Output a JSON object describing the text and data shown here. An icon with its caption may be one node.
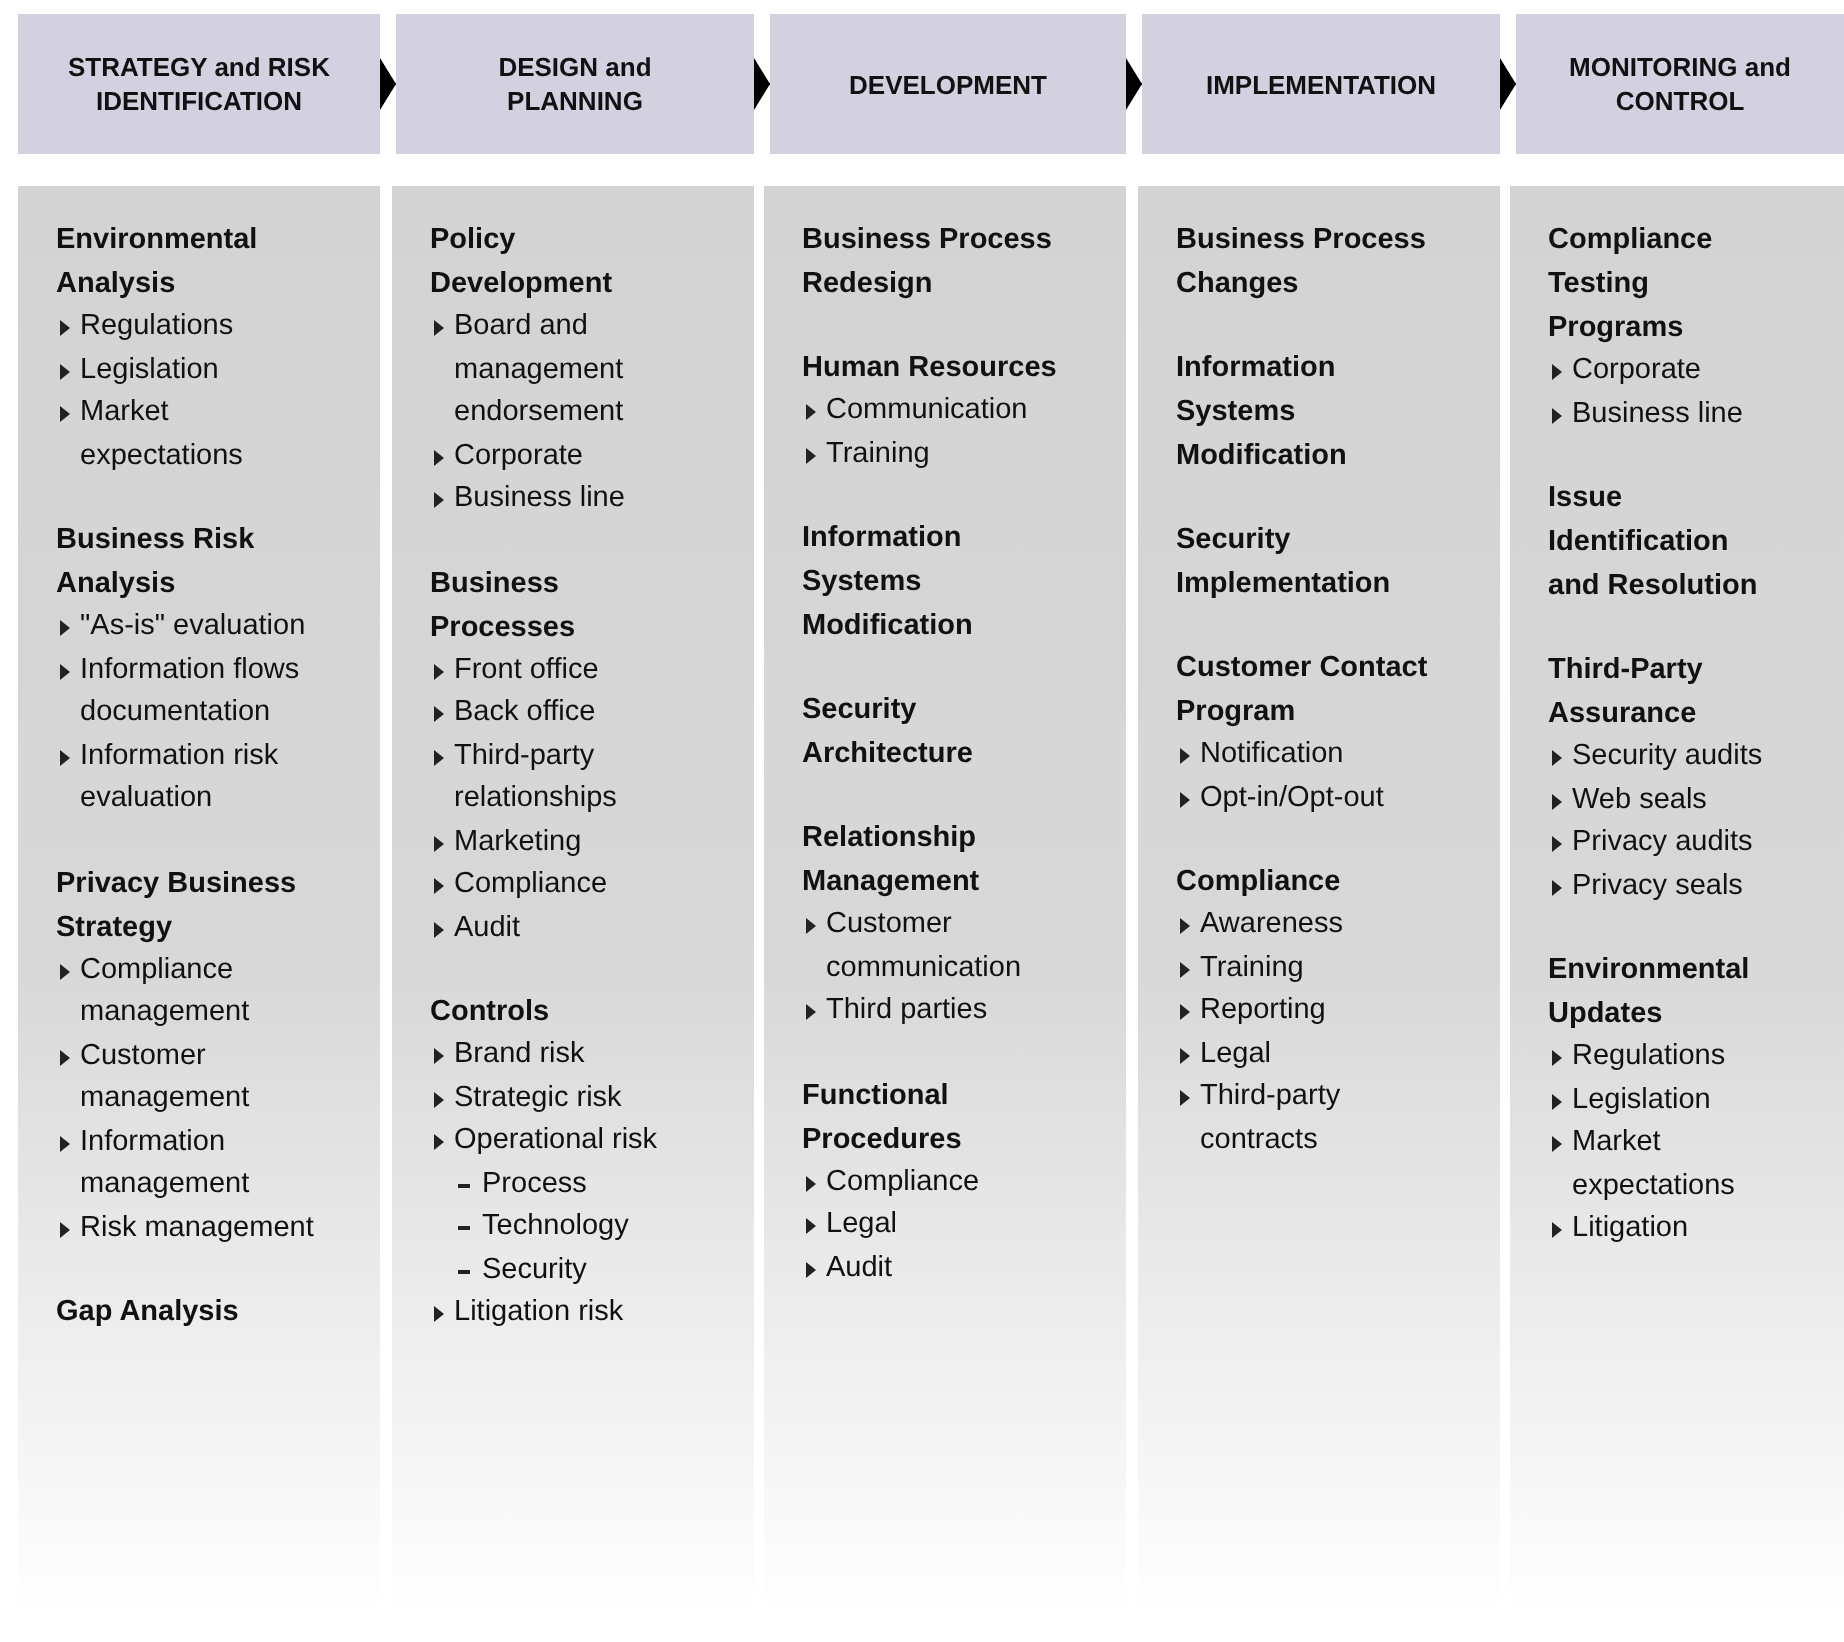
{
  "diagram": {
    "nodes": [
      {
        "text": [
          "STRATEGY and RISK IDENTIFICATION"
        ]
      },
      {
        "text": [
          "DESIGN and PLANNING"
        ]
      },
      {
        "text": [
          "DEVELOPMENT"
        ]
      },
      {
        "text": [
          "IMPLEMENTATION"
        ]
      },
      {
        "text": [
          "MONITORING and CONTROL"
        ]
      },
      {
        "text": [],
        "shape": "box"
      },
      {
        "text": [
          "Environmental Analysis",
          "Regulations",
          "Legislation",
          "Market expectations"
        ],
        "in": 5
      },
      {
        "text": [
          "Business Risk Analysis",
          "\"As-is\" evaluation",
          "Information flows documentation",
          "Information risk evaluation"
        ],
        "in": 5
      },
      {
        "text": [
          "Privacy Business Strategy",
          "Compliance management",
          "Customer management",
          "Information management",
          "Risk management"
        ],
        "in": 5
      },
      {
        "text": [
          "Gap Analysis"
        ],
        "in": 5
      },
      {
        "text": [],
        "shape": "box"
      },
      {
        "text": [
          "Policy Development",
          "Board and management endorsement",
          "Corporate",
          "Business line"
        ],
        "in": 10
      },
      {
        "text": [
          "Business Processes",
          "Front office",
          "Back office",
          "Third-party relationships",
          "Marketing",
          "Compliance",
          "Audit"
        ],
        "in": 10
      },
      {
        "text": [
          "Controls",
          "Brand risk",
          "Strategic risk",
          "Operational risk",
          "Litigation risk"
        ],
        "in": 10
      },
      {
        "text": [
          "Process",
          "Technology",
          "Security"
        ],
        "in": 13
      },
      {
        "text": [],
        "shape": "box"
      },
      {
        "text": [
          "Business Process Redesign"
        ],
        "in": 15
      },
      {
        "text": [
          "Human Resources",
          "Communication",
          "Training"
        ],
        "in": 15
      },
      {
        "text": [
          "Information Systems Modification"
        ],
        "in": 15
      },
      {
        "text": [
          "Security Architecture"
        ],
        "in": 15
      },
      {
        "text": [
          "Relationship Management",
          "Customer communication",
          "Third parties"
        ],
        "in": 15
      },
      {
        "text": [
          "Functional Procedures",
          "Compliance",
          "Legal",
          "Audit"
        ],
        "in": 15
      },
      {
        "text": [],
        "shape": "box"
      },
      {
        "text": [
          "Business Process Changes"
        ],
        "in": 22
      },
      {
        "text": [
          "Information Systems Modification"
        ],
        "in": 22
      },
      {
        "text": [
          "Security Implementation"
        ],
        "in": 22
      },
      {
        "text": [
          "Customer Contact Program",
          "Notification",
          "Opt-in/Opt-out"
        ],
        "in": 22
      },
      {
        "text": [
          "Compliance",
          "Awareness",
          "Training",
          "Reporting",
          "Legal",
          "Third-party contracts"
        ],
        "in": 22
      },
      {
        "text": [],
        "shape": "box"
      },
      {
        "text": [
          "Compliance Testing Programs",
          "Corporate",
          "Business line"
        ],
        "in": 28
      },
      {
        "text": [
          "Issue Identification and Resolution"
        ],
        "in": 28
      },
      {
        "text": [
          "Third-Party Assurance",
          "Security audits",
          "Web seals",
          "Privacy audits",
          "Privacy seals"
        ],
        "in": 28
      },
      {
        "text": [
          "Environmental Updates",
          "Regulations",
          "Legislation",
          "Market expectations",
          "Litigation"
        ],
        "in": 28
      }
    ],
    "edges": [
      {
        "from": 0,
        "to": 1,
        "arrow": "to"
      },
      {
        "from": 1,
        "to": 2,
        "arrow": "to"
      },
      {
        "from": 2,
        "to": 3,
        "arrow": "to"
      },
      {
        "from": 3,
        "to": 4,
        "arrow": "to"
      }
    ]
  }
}
